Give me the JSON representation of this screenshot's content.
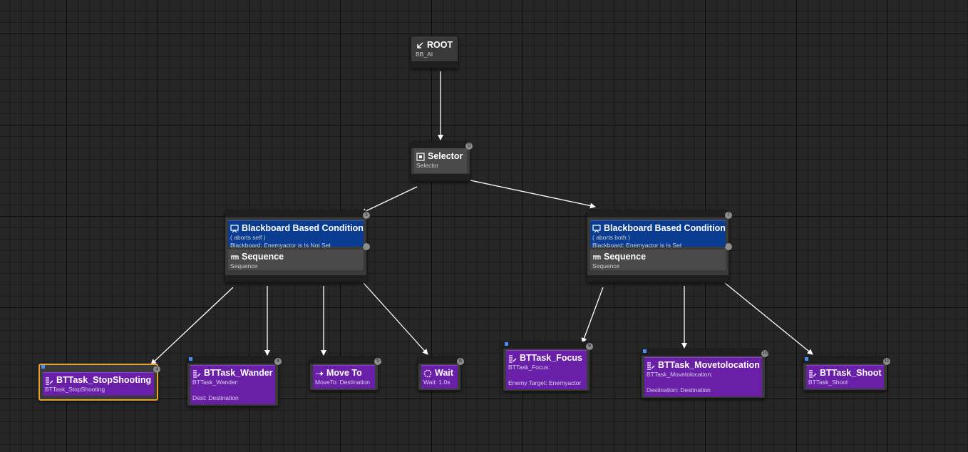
{
  "graph": {
    "root": {
      "title": "ROOT",
      "subtitle": "BB_AI"
    },
    "selector": {
      "title": "Selector",
      "subtitle": "Selector",
      "index": "0"
    },
    "left_branch": {
      "decorator": {
        "title": "Blackboard Based Condition",
        "line1": "( aborts self )",
        "line2": "Blackboard: Enemyactor is Is Not Set"
      },
      "composite": {
        "title": "Sequence",
        "subtitle": "Sequence"
      },
      "index": "1"
    },
    "right_branch": {
      "decorator": {
        "title": "Blackboard Based Condition",
        "line1": "( aborts both )",
        "line2": "Blackboard: Enemyactor is Is Set"
      },
      "composite": {
        "title": "Sequence",
        "subtitle": "Sequence"
      },
      "index": "7"
    },
    "tasks": {
      "stop_shooting": {
        "title": "BTTask_StopShooting",
        "subtitle": "BTTask_StopShooting",
        "index": "3"
      },
      "wander": {
        "title": "BTTask_Wander",
        "line1": "BTTask_Wander:",
        "line2": "Dest: Destination",
        "index": "4"
      },
      "move_to": {
        "title": "Move To",
        "subtitle": "MoveTo: Destination",
        "index": "5"
      },
      "wait": {
        "title": "Wait",
        "subtitle": "Wait: 1.0s",
        "index": "6"
      },
      "focus": {
        "title": "BTTask_Focus",
        "line1": "BTTask_Focus:",
        "line2": "Enemy Target: Enemyactor",
        "index": "9"
      },
      "movetolocation": {
        "title": "BTTask_Movetolocation",
        "line1": "BTTask_Movetolocation:",
        "line2": "Destination: Destination",
        "index": "10"
      },
      "shoot": {
        "title": "BTTask_Shoot",
        "subtitle": "BTTask_Shoot",
        "index": "11"
      }
    }
  },
  "colors": {
    "task": "#6a1fa8",
    "decorator": "#0a3d91",
    "selected_outline": "#e7a22b",
    "edge": "#ffffff"
  },
  "icons": [
    "root-icon",
    "selector-icon",
    "decorator-icon",
    "sequence-icon",
    "task-icon",
    "move-to-icon",
    "wait-icon"
  ]
}
